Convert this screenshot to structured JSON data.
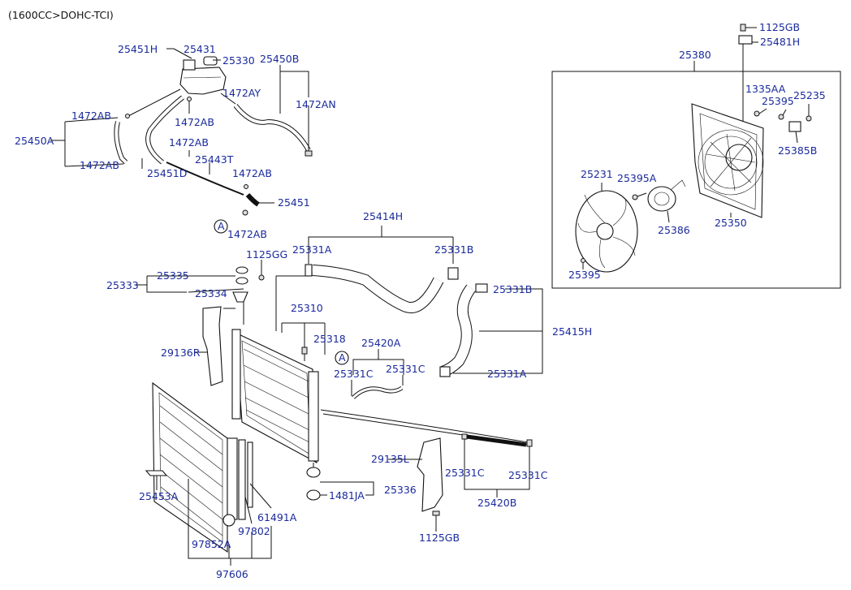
{
  "header": "(1600CC>DOHC-TCI)",
  "labels": {
    "l1125GB_top": "1125GB",
    "l25481H": "25481H",
    "l25380": "25380",
    "l1335AA": "1335AA",
    "l25395_top": "25395",
    "l25235": "25235",
    "l25385B": "25385B",
    "l25231": "25231",
    "l25395A": "25395A",
    "l25386": "25386",
    "l25350": "25350",
    "l25395_bot": "25395",
    "l25451H": "25451H",
    "l25431": "25431",
    "l25330": "25330",
    "l25450B": "25450B",
    "l1472AY": "1472AY",
    "l1472AN": "1472AN",
    "l1472AB_1": "1472AB",
    "l1472AB_2": "1472AB",
    "l25450A": "25450A",
    "l1472AB_3": "1472AB",
    "l1472AB_4": "1472AB",
    "l25451D": "25451D",
    "l25443T": "25443T",
    "l1472AB_5": "1472AB",
    "l25451": "25451",
    "lA_1": "A",
    "l1472AB_6": "1472AB",
    "l25414H": "25414H",
    "l25331A_top": "25331A",
    "l25331B_top": "25331B",
    "l1125GG": "1125GG",
    "l25335": "25335",
    "l25333": "25333",
    "l25334": "25334",
    "l25331B_right": "25331B",
    "l25310": "25310",
    "l25318": "25318",
    "l29136R": "29136R",
    "l25415H": "25415H",
    "lA_2": "A",
    "l25420A": "25420A",
    "l25331C_1": "25331C",
    "l25331C_2": "25331C",
    "l25331A_mid": "25331A",
    "l29135L": "29135L",
    "l25331C_3": "25331C",
    "l25331C_4": "25331C",
    "l25453A": "25453A",
    "l25336": "25336",
    "l1481JA": "1481JA",
    "l25420B": "25420B",
    "l61491A": "61491A",
    "l97802": "97802",
    "l97852A": "97852A",
    "l1125GB_bot": "1125GB",
    "l97606": "97606"
  }
}
